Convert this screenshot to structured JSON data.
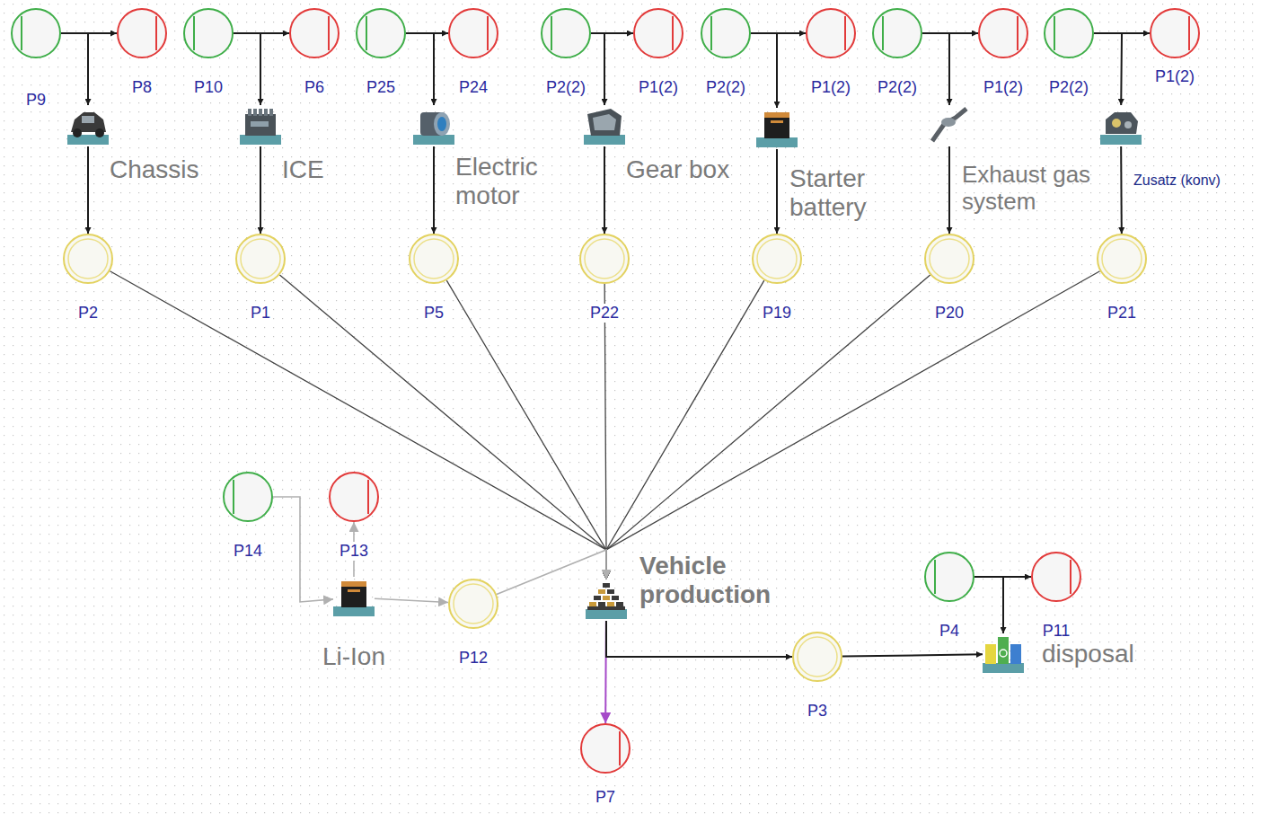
{
  "diagram": {
    "nodes": [
      {
        "text": [
          "P9"
        ]
      },
      {
        "text": [
          "P8"
        ]
      },
      {
        "text": [
          "P10"
        ]
      },
      {
        "text": [
          "P6"
        ]
      },
      {
        "text": [
          "P25"
        ]
      },
      {
        "text": [
          "P24"
        ]
      },
      {
        "text": [
          "P2(2)"
        ]
      },
      {
        "text": [
          "P1(2)"
        ]
      },
      {
        "text": [
          "P2(2)"
        ]
      },
      {
        "text": [
          "P1(2)"
        ]
      },
      {
        "text": [
          "P2(2)"
        ]
      },
      {
        "text": [
          "P1(2)"
        ]
      },
      {
        "text": [
          "P2(2)"
        ]
      },
      {
        "text": [
          "P1(2)"
        ]
      },
      {
        "text": [
          "Chassis"
        ]
      },
      {
        "text": [
          "ICE"
        ]
      },
      {
        "text": [
          "Electric motor"
        ]
      },
      {
        "text": [
          "Gear box"
        ]
      },
      {
        "text": [
          "Starter battery"
        ]
      },
      {
        "text": [
          "Exhaust gas system"
        ]
      },
      {
        "text": [
          "Zusatz (konv)"
        ]
      },
      {
        "text": [
          "P2"
        ]
      },
      {
        "text": [
          "P1"
        ]
      },
      {
        "text": [
          "P5"
        ]
      },
      {
        "text": [
          "P22"
        ]
      },
      {
        "text": [
          "P19"
        ]
      },
      {
        "text": [
          "P20"
        ]
      },
      {
        "text": [
          "P21"
        ]
      },
      {
        "text": [
          "P14"
        ]
      },
      {
        "text": [
          "P13"
        ]
      },
      {
        "text": [
          "Li-Ion"
        ]
      },
      {
        "text": [
          "P12"
        ]
      },
      {
        "text": [
          "Vehicle production"
        ]
      },
      {
        "text": [
          "P4"
        ]
      },
      {
        "text": [
          "P11"
        ]
      },
      {
        "text": [
          "P3"
        ]
      },
      {
        "text": [
          "disposal"
        ]
      },
      {
        "text": [
          "P7"
        ]
      }
    ],
    "edges": [
      {
        "from": 0,
        "to": 1,
        "arrow": "to"
      },
      {
        "from": 0,
        "to": 14,
        "arrow": "to"
      },
      {
        "from": 2,
        "to": 3,
        "arrow": "to"
      },
      {
        "from": 2,
        "to": 15,
        "arrow": "to"
      },
      {
        "from": 4,
        "to": 5,
        "arrow": "to"
      },
      {
        "from": 4,
        "to": 16,
        "arrow": "to"
      },
      {
        "from": 6,
        "to": 7,
        "arrow": "to"
      },
      {
        "from": 6,
        "to": 17,
        "arrow": "to"
      },
      {
        "from": 8,
        "to": 9,
        "arrow": "to"
      },
      {
        "from": 8,
        "to": 18,
        "arrow": "to"
      },
      {
        "from": 10,
        "to": 11,
        "arrow": "to"
      },
      {
        "from": 10,
        "to": 19,
        "arrow": "to"
      },
      {
        "from": 12,
        "to": 13,
        "arrow": "to"
      },
      {
        "from": 12,
        "to": 20,
        "arrow": "to"
      },
      {
        "from": 14,
        "to": 21,
        "arrow": "to"
      },
      {
        "from": 15,
        "to": 22,
        "arrow": "to"
      },
      {
        "from": 16,
        "to": 23,
        "arrow": "to"
      },
      {
        "from": 17,
        "to": 24,
        "arrow": "to"
      },
      {
        "from": 18,
        "to": 25,
        "arrow": "to"
      },
      {
        "from": 19,
        "to": 26,
        "arrow": "to"
      },
      {
        "from": 20,
        "to": 27,
        "arrow": "to"
      },
      {
        "from": 21,
        "to": 32,
        "arrow": "to"
      },
      {
        "from": 22,
        "to": 32,
        "arrow": "to"
      },
      {
        "from": 23,
        "to": 32,
        "arrow": "to"
      },
      {
        "from": 24,
        "to": 32,
        "arrow": "to"
      },
      {
        "from": 25,
        "to": 32,
        "arrow": "to"
      },
      {
        "from": 26,
        "to": 32,
        "arrow": "to"
      },
      {
        "from": 27,
        "to": 32,
        "arrow": "to"
      },
      {
        "from": 28,
        "to": 30,
        "arrow": "to"
      },
      {
        "from": 30,
        "to": 29,
        "arrow": "to"
      },
      {
        "from": 30,
        "to": 31,
        "arrow": "to"
      },
      {
        "from": 31,
        "to": 32,
        "arrow": "to"
      },
      {
        "from": 32,
        "to": 37,
        "arrow": "to"
      },
      {
        "from": 32,
        "to": 35,
        "arrow": "to"
      },
      {
        "from": 35,
        "to": 36,
        "arrow": "to"
      },
      {
        "from": 33,
        "to": 34,
        "arrow": "to"
      },
      {
        "from": 33,
        "to": 36,
        "arrow": "to"
      }
    ]
  }
}
